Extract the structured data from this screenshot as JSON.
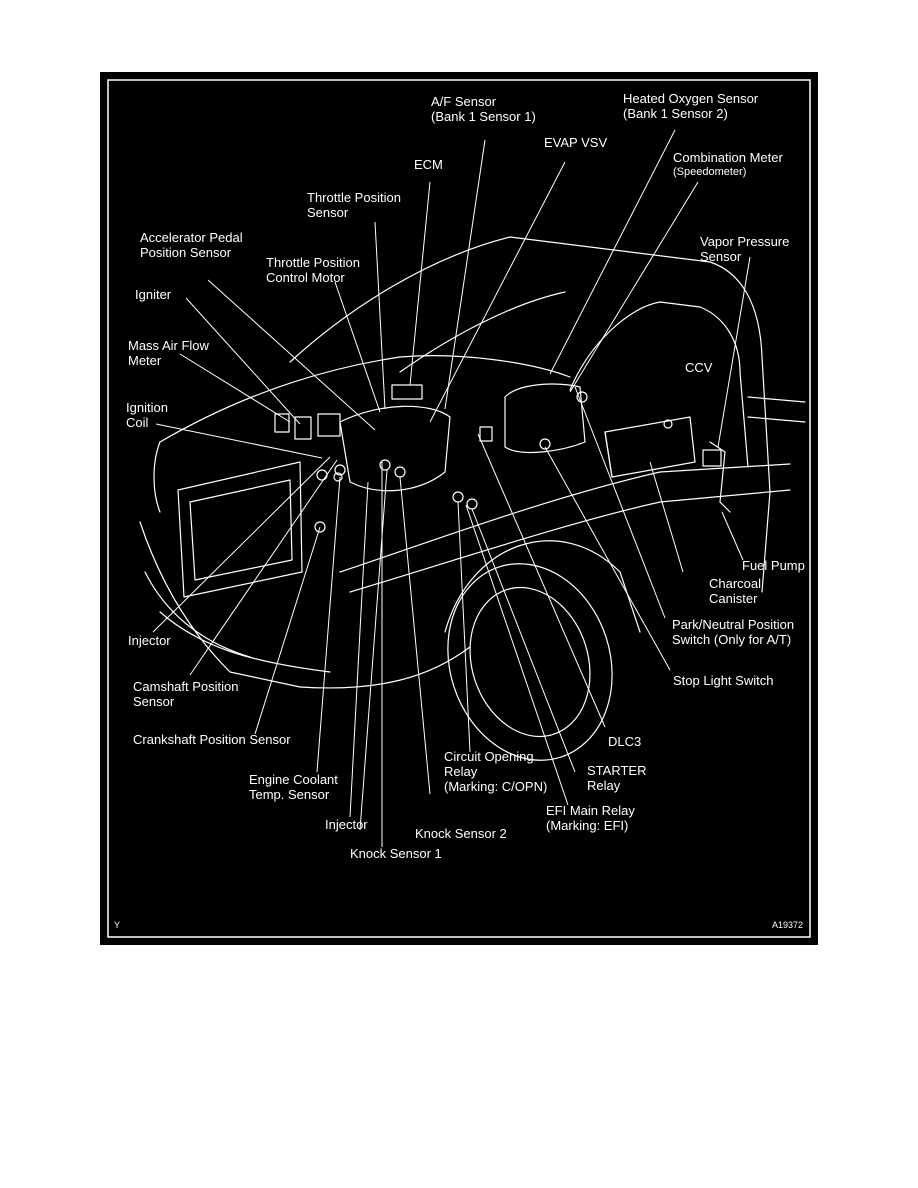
{
  "labels": {
    "af_sensor": [
      "A/F Sensor",
      "(Bank 1 Sensor 1)"
    ],
    "heated_oxygen_sensor": [
      "Heated Oxygen Sensor",
      "(Bank 1 Sensor 2)"
    ],
    "evap_vsv": [
      "EVAP VSV"
    ],
    "ecm": [
      "ECM"
    ],
    "combination_meter": [
      "Combination Meter",
      "(Speedometer)"
    ],
    "throttle_position_sensor": [
      "Throttle Position",
      "Sensor"
    ],
    "accelerator_pedal_position_sensor": [
      "Accelerator Pedal",
      "Position Sensor"
    ],
    "vapor_pressure_sensor": [
      "Vapor Pressure",
      "Sensor"
    ],
    "throttle_position_control_motor": [
      "Throttle Position",
      "Control Motor"
    ],
    "igniter": [
      "Igniter"
    ],
    "mass_air_flow_meter": [
      "Mass Air Flow",
      "Meter"
    ],
    "ccv": [
      "CCV"
    ],
    "ignition_coil": [
      "Ignition",
      "Coil"
    ],
    "fuel_pump": [
      "Fuel Pump"
    ],
    "charcoal_canister": [
      "Charcoal",
      "Canister"
    ],
    "park_neutral_position_switch": [
      "Park/Neutral Position",
      "Switch (Only for A/T)"
    ],
    "injector_left": [
      "Injector"
    ],
    "camshaft_position_sensor": [
      "Camshaft Position",
      "Sensor"
    ],
    "stop_light_switch": [
      "Stop Light Switch"
    ],
    "crankshaft_position_sensor": [
      "Crankshaft Position Sensor"
    ],
    "dlc3": [
      "DLC3"
    ],
    "circuit_opening_relay": [
      "Circuit Opening",
      "Relay",
      "(Marking: C/OPN)"
    ],
    "starter_relay": [
      "STARTER",
      "Relay"
    ],
    "engine_coolant_temp_sensor": [
      "Engine Coolant",
      "Temp. Sensor"
    ],
    "efi_main_relay": [
      "EFI Main Relay",
      "(Marking: EFI)"
    ],
    "injector_bottom": [
      "Injector"
    ],
    "knock_sensor_2": [
      "Knock Sensor 2"
    ],
    "knock_sensor_1": [
      "Knock Sensor 1"
    ]
  },
  "corner_mark": "Y",
  "figure_code": "A19372",
  "colors": {
    "background": "#000000",
    "ink": "#ffffff",
    "page": "#ffffff"
  }
}
